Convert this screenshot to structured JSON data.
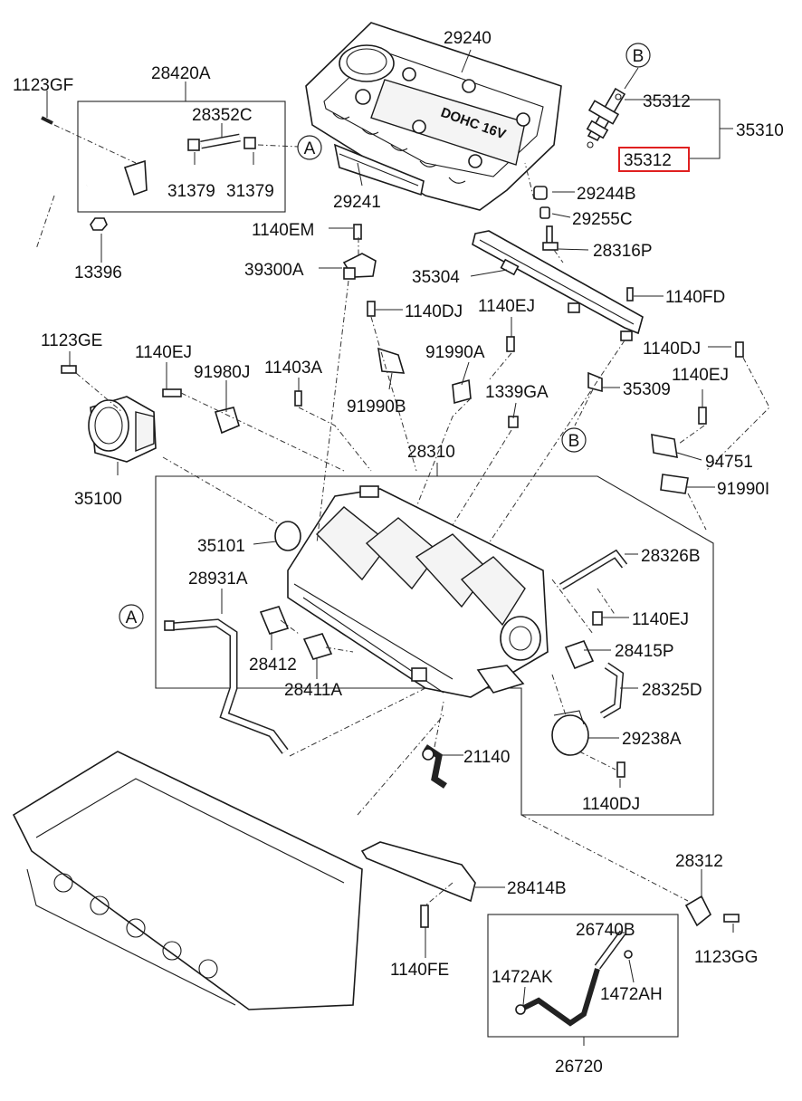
{
  "callouts": {
    "circle_A": "A",
    "circle_B": "B"
  },
  "labels": {
    "p29240": "29240",
    "p1123GF": "1123GF",
    "p28420A": "28420A",
    "p28352C": "28352C",
    "p31379a": "31379",
    "p31379b": "31379",
    "p13396": "13396",
    "p29241": "29241",
    "p35312_top": "35312",
    "p35310": "35310",
    "p35312_highlight": "35312",
    "p29244B": "29244B",
    "p29255C": "29255C",
    "p28316P": "28316P",
    "p1140EM": "1140EM",
    "p39300A": "39300A",
    "p35304": "35304",
    "p1140FD": "1140FD",
    "p1140DJ_a": "1140DJ",
    "p1140EJ_a": "1140EJ",
    "p1123GE": "1123GE",
    "p1140EJ_b": "1140EJ",
    "p91980J": "91980J",
    "p11403A": "11403A",
    "p91990A": "91990A",
    "p1140DJ_b": "1140DJ",
    "p91990B": "91990B",
    "p1339GA": "1339GA",
    "p35309": "35309",
    "p1140EJ_c": "1140EJ",
    "p35100": "35100",
    "p28310": "28310",
    "p94751": "94751",
    "p91990I": "91990I",
    "p35101": "35101",
    "p28326B": "28326B",
    "p28931A": "28931A",
    "p1140EJ_d": "1140EJ",
    "p28415P": "28415P",
    "p28412": "28412",
    "p28411A": "28411A",
    "p28325D": "28325D",
    "p29238A": "29238A",
    "p21140": "21140",
    "p1140DJ_c": "1140DJ",
    "p28312": "28312",
    "p28414B": "28414B",
    "p26740B": "26740B",
    "p1123GG": "1123GG",
    "p1472AK": "1472AK",
    "p1472AH": "1472AH",
    "p1140FE": "1140FE",
    "p26720": "26720"
  },
  "embossed": {
    "cover_text": "DOHC 16V"
  },
  "highlight": {
    "color": "#e02020",
    "target": "p35312_highlight"
  }
}
